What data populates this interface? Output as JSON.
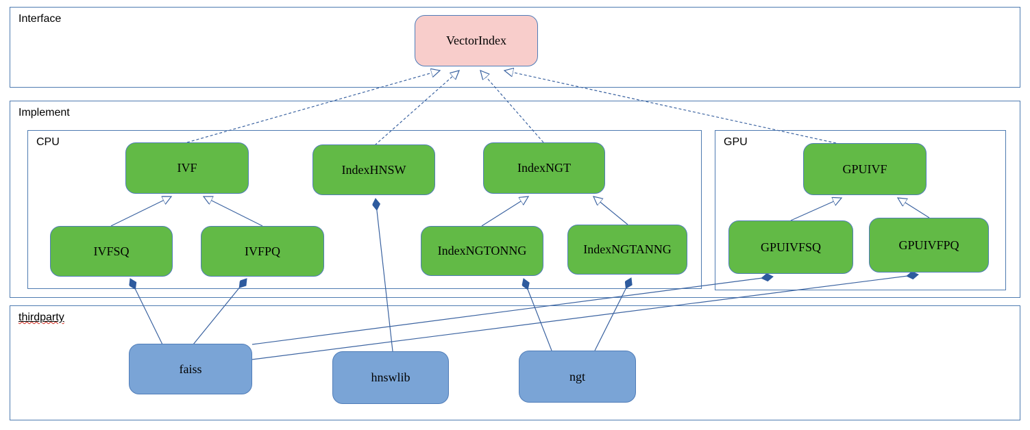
{
  "diagram": {
    "containers": {
      "interface": {
        "label": "Interface"
      },
      "implement": {
        "label": "Implement"
      },
      "cpu": {
        "label": "CPU"
      },
      "gpu": {
        "label": "GPU"
      },
      "thirdparty": {
        "label": "thirdparty",
        "spellcheck_underline": true
      }
    },
    "nodes": {
      "vectorindex": {
        "label": "VectorIndex",
        "kind": "interface"
      },
      "ivf": {
        "label": "IVF",
        "kind": "cpu-class"
      },
      "indexhnsw": {
        "label": "IndexHNSW",
        "kind": "cpu-class"
      },
      "indexngt": {
        "label": "IndexNGT",
        "kind": "cpu-class"
      },
      "ivfsq": {
        "label": "IVFSQ",
        "kind": "cpu-class"
      },
      "ivfpq": {
        "label": "IVFPQ",
        "kind": "cpu-class"
      },
      "indexngtonng": {
        "label": "IndexNGTONNG",
        "kind": "cpu-class"
      },
      "indexngtanng": {
        "label": "IndexNGTANNG",
        "kind": "cpu-class"
      },
      "gpuivf": {
        "label": "GPUIVF",
        "kind": "gpu-class"
      },
      "gpuivfsq": {
        "label": "GPUIVFSQ",
        "kind": "gpu-class"
      },
      "gpuivfpq": {
        "label": "GPUIVFPQ",
        "kind": "gpu-class"
      },
      "faiss": {
        "label": "faiss",
        "kind": "thirdparty-lib"
      },
      "hnswlib": {
        "label": "hnswlib",
        "kind": "thirdparty-lib"
      },
      "ngt": {
        "label": "ngt",
        "kind": "thirdparty-lib"
      }
    },
    "edges": [
      {
        "from": "IVF",
        "to": "VectorIndex",
        "type": "realization-dashed-hollow-arrow"
      },
      {
        "from": "IndexHNSW",
        "to": "VectorIndex",
        "type": "realization-dashed-hollow-arrow"
      },
      {
        "from": "IndexNGT",
        "to": "VectorIndex",
        "type": "realization-dashed-hollow-arrow"
      },
      {
        "from": "GPUIVF",
        "to": "VectorIndex",
        "type": "realization-dashed-hollow-arrow"
      },
      {
        "from": "IVFSQ",
        "to": "IVF",
        "type": "generalization-hollow-arrow"
      },
      {
        "from": "IVFPQ",
        "to": "IVF",
        "type": "generalization-hollow-arrow"
      },
      {
        "from": "IndexNGTONNG",
        "to": "IndexNGT",
        "type": "generalization-hollow-arrow"
      },
      {
        "from": "IndexNGTANNG",
        "to": "IndexNGT",
        "type": "generalization-hollow-arrow"
      },
      {
        "from": "GPUIVFSQ",
        "to": "GPUIVF",
        "type": "generalization-hollow-arrow"
      },
      {
        "from": "GPUIVFPQ",
        "to": "GPUIVF",
        "type": "generalization-hollow-arrow"
      },
      {
        "from": "faiss",
        "to": "IVFSQ",
        "type": "composition-filled-diamond"
      },
      {
        "from": "faiss",
        "to": "IVFPQ",
        "type": "composition-filled-diamond"
      },
      {
        "from": "faiss",
        "to": "GPUIVFSQ",
        "type": "composition-filled-diamond"
      },
      {
        "from": "faiss",
        "to": "GPUIVFPQ",
        "type": "composition-filled-diamond"
      },
      {
        "from": "hnswlib",
        "to": "IndexHNSW",
        "type": "composition-filled-diamond"
      },
      {
        "from": "ngt",
        "to": "IndexNGTONNG",
        "type": "composition-filled-diamond"
      },
      {
        "from": "ngt",
        "to": "IndexNGTANNG",
        "type": "composition-filled-diamond"
      }
    ],
    "colors": {
      "interface_fill": "#f8cdcb",
      "class_fill": "#62ba46",
      "library_fill": "#7aa4d6",
      "box_border": "#4f7cb8",
      "container_border": "#4d7ab0",
      "connector": "#3a62a0",
      "spellcheck_wave": "#d22a1e"
    }
  }
}
